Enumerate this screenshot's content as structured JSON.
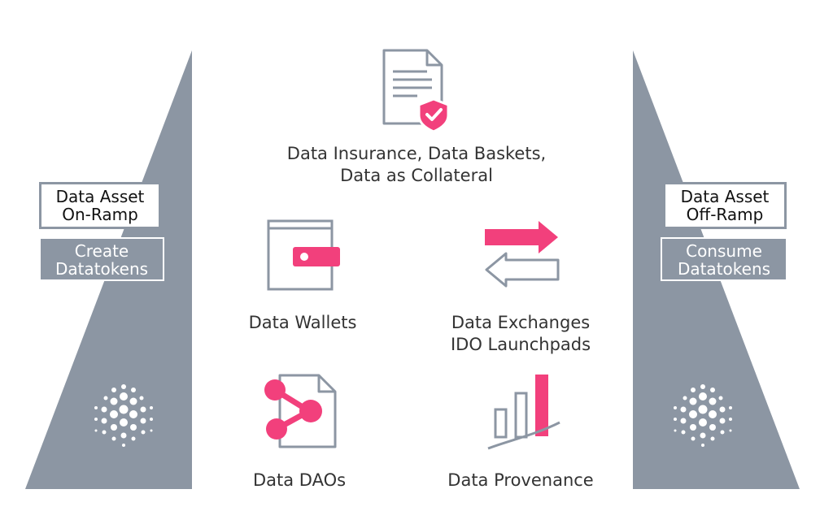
{
  "colors": {
    "ramp": "#8c96a3",
    "accent": "#f2407c",
    "icon_stroke": "#8c96a3"
  },
  "left_ramp": {
    "title_lines": [
      "Data Asset",
      "On-Ramp"
    ],
    "sub_lines": [
      "Create",
      "Datatokens"
    ],
    "logo": "ocean-dots-logo"
  },
  "right_ramp": {
    "title_lines": [
      "Data Asset",
      "Off-Ramp"
    ],
    "sub_lines": [
      "Consume",
      "Datatokens"
    ],
    "logo": "ocean-dots-logo"
  },
  "items": {
    "insurance": {
      "icon": "document-shield-icon",
      "lines": [
        "Data Insurance, Data Baskets,",
        "Data as Collateral"
      ]
    },
    "wallets": {
      "icon": "wallet-icon",
      "lines": [
        "Data Wallets"
      ]
    },
    "exchanges": {
      "icon": "exchange-arrows-icon",
      "lines": [
        "Data Exchanges",
        "IDO Launchpads"
      ]
    },
    "daos": {
      "icon": "share-document-icon",
      "lines": [
        "Data DAOs"
      ]
    },
    "provenance": {
      "icon": "bar-growth-icon",
      "lines": [
        "Data Provenance"
      ]
    }
  }
}
